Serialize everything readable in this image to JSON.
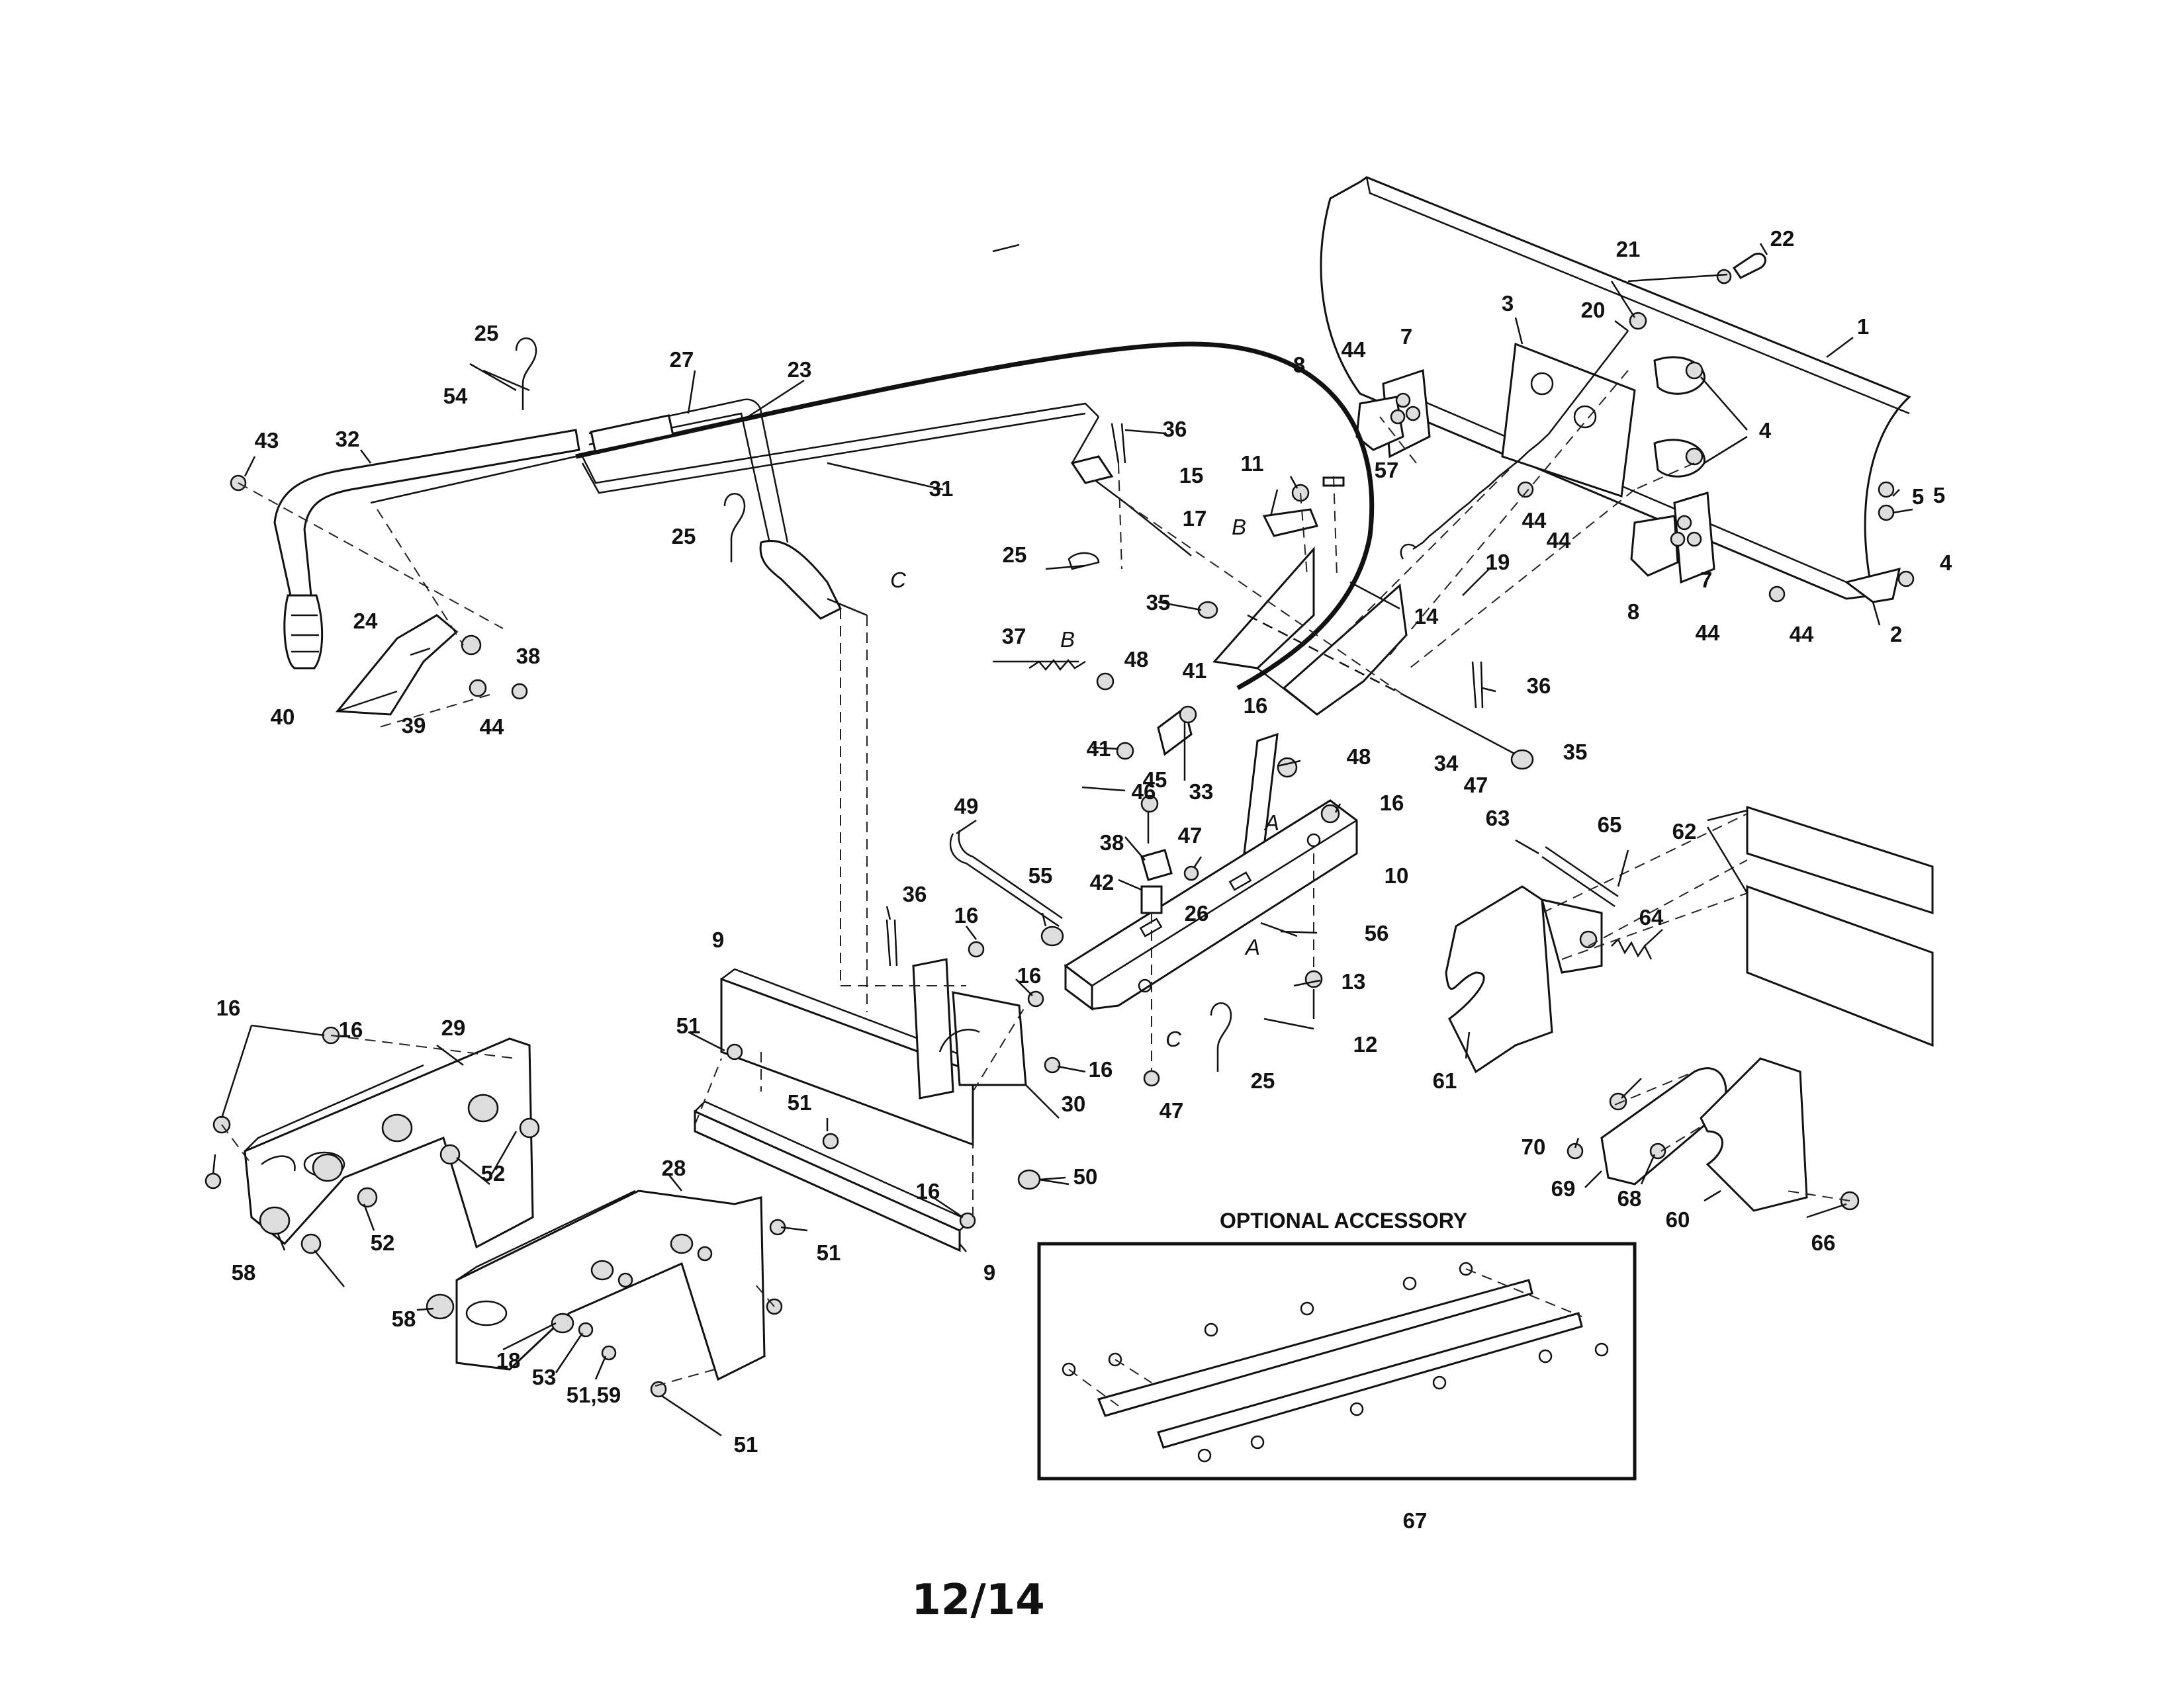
{
  "callouts": [
    {
      "text": "1"
    },
    {
      "text": "2"
    },
    {
      "text": "3"
    },
    {
      "text": "4"
    },
    {
      "text": "4"
    },
    {
      "text": "5"
    },
    {
      "text": "5"
    },
    {
      "text": "7"
    },
    {
      "text": "7"
    },
    {
      "text": "8"
    },
    {
      "text": "8"
    },
    {
      "text": "9"
    },
    {
      "text": "9"
    },
    {
      "text": "10"
    },
    {
      "text": "11"
    },
    {
      "text": "12"
    },
    {
      "text": "13"
    },
    {
      "text": "14"
    },
    {
      "text": "15"
    },
    {
      "text": "16"
    },
    {
      "text": "16"
    },
    {
      "text": "16"
    },
    {
      "text": "16"
    },
    {
      "text": "16"
    },
    {
      "text": "16"
    },
    {
      "text": "16"
    },
    {
      "text": "16"
    },
    {
      "text": "17"
    },
    {
      "text": "18"
    },
    {
      "text": "19"
    },
    {
      "text": "20"
    },
    {
      "text": "21"
    },
    {
      "text": "22"
    },
    {
      "text": "23"
    },
    {
      "text": "24"
    },
    {
      "text": "25"
    },
    {
      "text": "25"
    },
    {
      "text": "25"
    },
    {
      "text": "25"
    },
    {
      "text": "26"
    },
    {
      "text": "27"
    },
    {
      "text": "28"
    },
    {
      "text": "29"
    },
    {
      "text": "30"
    },
    {
      "text": "31"
    },
    {
      "text": "32"
    },
    {
      "text": "33"
    },
    {
      "text": "34"
    },
    {
      "text": "35"
    },
    {
      "text": "35"
    },
    {
      "text": "36"
    },
    {
      "text": "36"
    },
    {
      "text": "36"
    },
    {
      "text": "37"
    },
    {
      "text": "38"
    },
    {
      "text": "38"
    },
    {
      "text": "39"
    },
    {
      "text": "40"
    },
    {
      "text": "41"
    },
    {
      "text": "41"
    },
    {
      "text": "42"
    },
    {
      "text": "43"
    },
    {
      "text": "44"
    },
    {
      "text": "44"
    },
    {
      "text": "44"
    },
    {
      "text": "44"
    },
    {
      "text": "44"
    },
    {
      "text": "44"
    },
    {
      "text": "45"
    },
    {
      "text": "46"
    },
    {
      "text": "47"
    },
    {
      "text": "47"
    },
    {
      "text": "47"
    },
    {
      "text": "48"
    },
    {
      "text": "48"
    },
    {
      "text": "49"
    },
    {
      "text": "50"
    },
    {
      "text": "51"
    },
    {
      "text": "51"
    },
    {
      "text": "51"
    },
    {
      "text": "51"
    },
    {
      "text": "51,59"
    },
    {
      "text": "52"
    },
    {
      "text": "52"
    },
    {
      "text": "53"
    },
    {
      "text": "54"
    },
    {
      "text": "55"
    },
    {
      "text": "56"
    },
    {
      "text": "57"
    },
    {
      "text": "58"
    },
    {
      "text": "58"
    },
    {
      "text": "60"
    },
    {
      "text": "61"
    },
    {
      "text": "62"
    },
    {
      "text": "63"
    },
    {
      "text": "64"
    },
    {
      "text": "65"
    },
    {
      "text": "66"
    },
    {
      "text": "67"
    },
    {
      "text": "68"
    },
    {
      "text": "69"
    },
    {
      "text": "70"
    }
  ],
  "letters": [
    {
      "text": "A"
    },
    {
      "text": "A"
    },
    {
      "text": "B"
    },
    {
      "text": "B"
    },
    {
      "text": "C"
    },
    {
      "text": "C"
    }
  ],
  "accessory_title": "OPTIONAL ACCESSORY",
  "page_number": "12/14"
}
